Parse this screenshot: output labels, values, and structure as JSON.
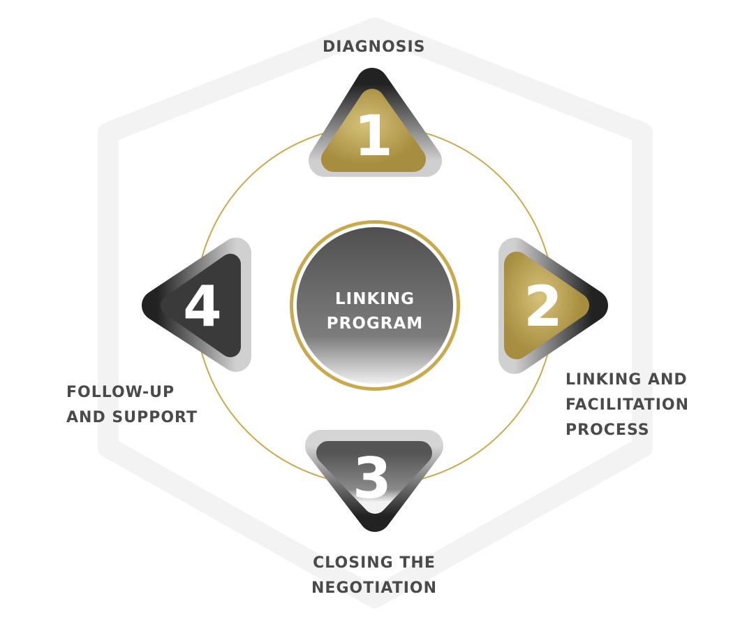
{
  "center": {
    "line1": "LINKING",
    "line2": "PROGRAM"
  },
  "steps": [
    {
      "number": "1",
      "label_lines": [
        "DIAGNOSIS"
      ]
    },
    {
      "number": "2",
      "label_lines": [
        "LINKING AND",
        "FACILITATION",
        "PROCESS"
      ]
    },
    {
      "number": "3",
      "label_lines": [
        "CLOSING THE",
        "NEGOTIATION"
      ]
    },
    {
      "number": "4",
      "label_lines": [
        "FOLLOW-UP",
        "AND SUPPORT"
      ]
    }
  ],
  "colors": {
    "gold": "#b9a154",
    "dark": "#2e2e2e",
    "gray": "#6b6b6b",
    "text": "#4a4a4a"
  }
}
